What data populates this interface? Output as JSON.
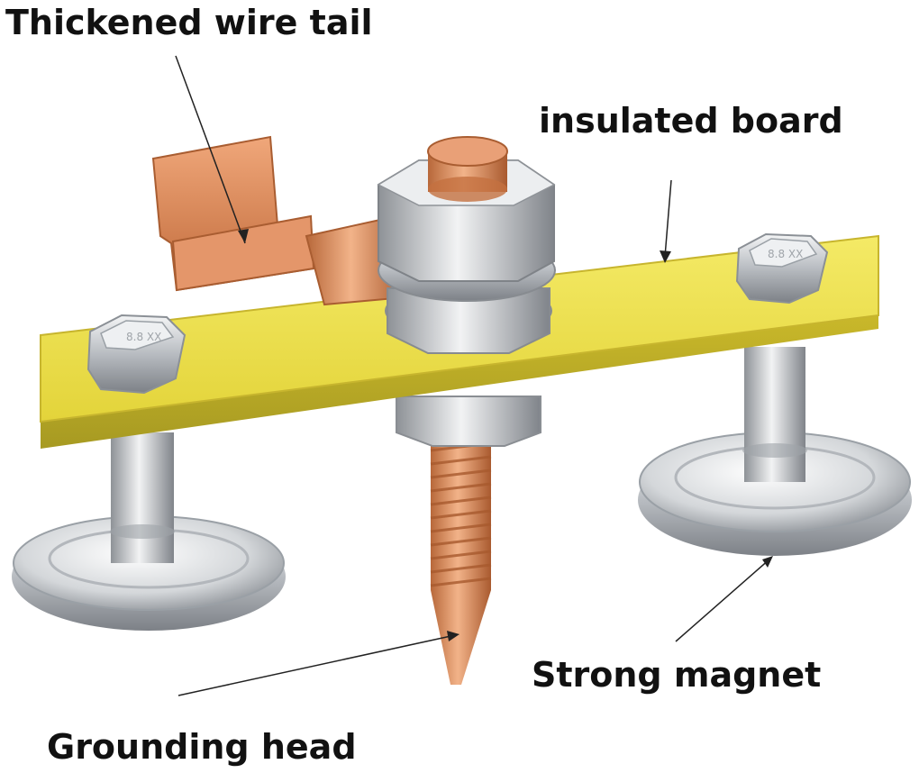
{
  "labels": {
    "wire_tail": "Thickened wire tail",
    "insulated_board": "insulated board",
    "strong_magnet": "Strong magnet",
    "grounding_head": "Grounding head"
  },
  "bolt_stamp": "8.8 XX",
  "colors": {
    "board": "#e8dc3a",
    "copper": "#d9895a",
    "steel": "#c9cdd2",
    "text": "#111111"
  }
}
